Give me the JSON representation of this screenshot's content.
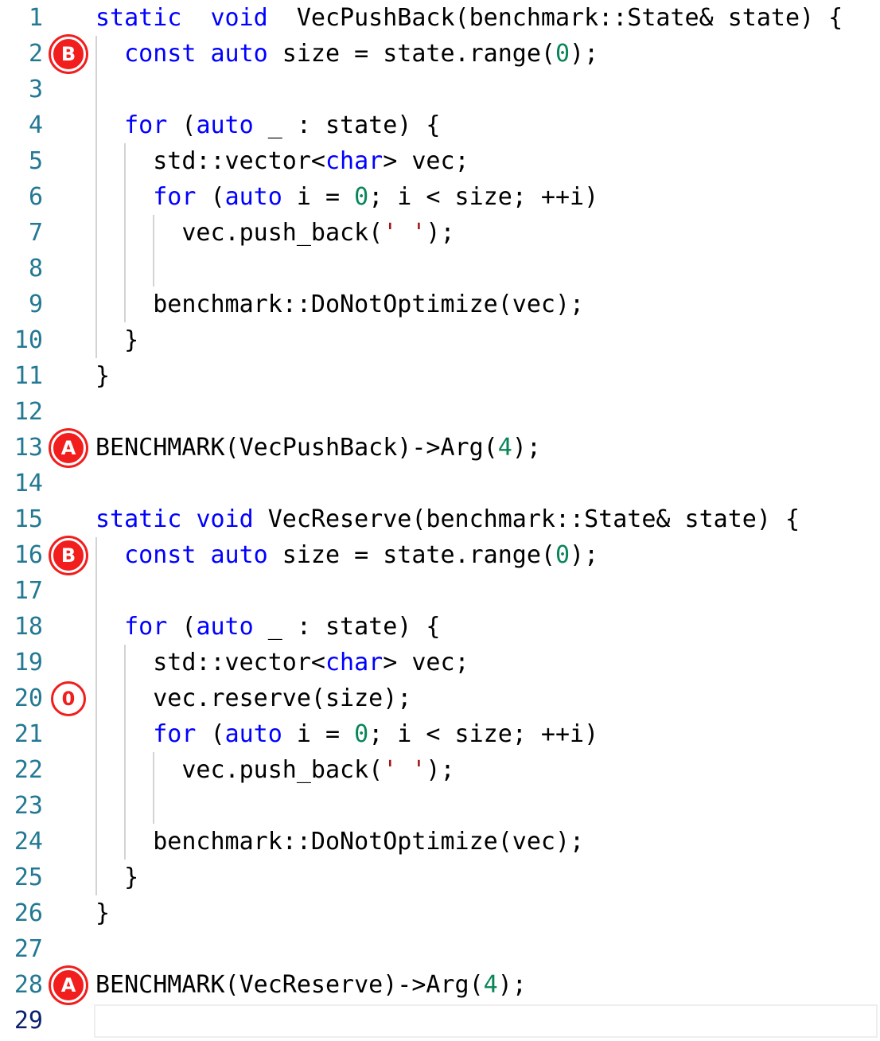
{
  "editor": {
    "lines": [
      {
        "n": "1",
        "tokens": [
          [
            "kw",
            "static"
          ],
          [
            "",
            "  "
          ],
          [
            "kw",
            "void"
          ],
          [
            "",
            "  VecPushBack(benchmark::State& state) {"
          ]
        ]
      },
      {
        "n": "2",
        "tokens": [
          [
            "",
            "  "
          ],
          [
            "kw",
            "const"
          ],
          [
            "",
            " "
          ],
          [
            "kw",
            "auto"
          ],
          [
            "",
            " size = state.range("
          ],
          [
            "num",
            "0"
          ],
          [
            "",
            ");"
          ]
        ]
      },
      {
        "n": "3",
        "tokens": []
      },
      {
        "n": "4",
        "tokens": [
          [
            "",
            "  "
          ],
          [
            "kw",
            "for"
          ],
          [
            "",
            " ("
          ],
          [
            "kw",
            "auto"
          ],
          [
            "",
            " _ : state) {"
          ]
        ]
      },
      {
        "n": "5",
        "tokens": [
          [
            "",
            "    std::vector<"
          ],
          [
            "kw",
            "char"
          ],
          [
            "",
            "> vec;"
          ]
        ]
      },
      {
        "n": "6",
        "tokens": [
          [
            "",
            "    "
          ],
          [
            "kw",
            "for"
          ],
          [
            "",
            " ("
          ],
          [
            "kw",
            "auto"
          ],
          [
            "",
            " i = "
          ],
          [
            "num",
            "0"
          ],
          [
            "",
            "; i < size; ++i)"
          ]
        ]
      },
      {
        "n": "7",
        "tokens": [
          [
            "",
            "      vec.push_back("
          ],
          [
            "str",
            "' '"
          ],
          [
            "",
            ");"
          ]
        ]
      },
      {
        "n": "8",
        "tokens": []
      },
      {
        "n": "9",
        "tokens": [
          [
            "",
            "    benchmark::DoNotOptimize(vec);"
          ]
        ]
      },
      {
        "n": "10",
        "tokens": [
          [
            "",
            "  }"
          ]
        ]
      },
      {
        "n": "11",
        "tokens": [
          [
            "",
            "}"
          ]
        ]
      },
      {
        "n": "12",
        "tokens": []
      },
      {
        "n": "13",
        "tokens": [
          [
            "",
            "BENCHMARK(VecPushBack)->Arg("
          ],
          [
            "num",
            "4"
          ],
          [
            "",
            ");"
          ]
        ]
      },
      {
        "n": "14",
        "tokens": []
      },
      {
        "n": "15",
        "tokens": [
          [
            "kw",
            "static"
          ],
          [
            "",
            " "
          ],
          [
            "kw",
            "void"
          ],
          [
            "",
            " VecReserve(benchmark::State& state) {"
          ]
        ]
      },
      {
        "n": "16",
        "tokens": [
          [
            "",
            "  "
          ],
          [
            "kw",
            "const"
          ],
          [
            "",
            " "
          ],
          [
            "kw",
            "auto"
          ],
          [
            "",
            " size = state.range("
          ],
          [
            "num",
            "0"
          ],
          [
            "",
            ");"
          ]
        ]
      },
      {
        "n": "17",
        "tokens": []
      },
      {
        "n": "18",
        "tokens": [
          [
            "",
            "  "
          ],
          [
            "kw",
            "for"
          ],
          [
            "",
            " ("
          ],
          [
            "kw",
            "auto"
          ],
          [
            "",
            " _ : state) {"
          ]
        ]
      },
      {
        "n": "19",
        "tokens": [
          [
            "",
            "    std::vector<"
          ],
          [
            "kw",
            "char"
          ],
          [
            "",
            "> vec;"
          ]
        ]
      },
      {
        "n": "20",
        "tokens": [
          [
            "",
            "    vec.reserve(size);"
          ]
        ]
      },
      {
        "n": "21",
        "tokens": [
          [
            "",
            "    "
          ],
          [
            "kw",
            "for"
          ],
          [
            "",
            " ("
          ],
          [
            "kw",
            "auto"
          ],
          [
            "",
            " i = "
          ],
          [
            "num",
            "0"
          ],
          [
            "",
            "; i < size; ++i)"
          ]
        ]
      },
      {
        "n": "22",
        "tokens": [
          [
            "",
            "      vec.push_back("
          ],
          [
            "str",
            "' '"
          ],
          [
            "",
            ");"
          ]
        ]
      },
      {
        "n": "23",
        "tokens": []
      },
      {
        "n": "24",
        "tokens": [
          [
            "",
            "    benchmark::DoNotOptimize(vec);"
          ]
        ]
      },
      {
        "n": "25",
        "tokens": [
          [
            "",
            "  }"
          ]
        ]
      },
      {
        "n": "26",
        "tokens": [
          [
            "",
            "}"
          ]
        ]
      },
      {
        "n": "27",
        "tokens": []
      },
      {
        "n": "28",
        "tokens": [
          [
            "",
            "BENCHMARK(VecReserve)->Arg("
          ],
          [
            "num",
            "4"
          ],
          [
            "",
            ");"
          ]
        ]
      },
      {
        "n": "29",
        "tokens": []
      }
    ],
    "current_line": "29"
  },
  "annotations": [
    {
      "line": "2",
      "label": "B",
      "style": "filled"
    },
    {
      "line": "13",
      "label": "A",
      "style": "filled"
    },
    {
      "line": "16",
      "label": "B",
      "style": "filled"
    },
    {
      "line": "20",
      "label": "0",
      "style": "outline"
    },
    {
      "line": "28",
      "label": "A",
      "style": "filled"
    }
  ],
  "colors": {
    "keyword": "#0000ff",
    "number": "#098658",
    "string": "#a31515",
    "line_number": "#237893",
    "annotation": "#f21d1d"
  }
}
